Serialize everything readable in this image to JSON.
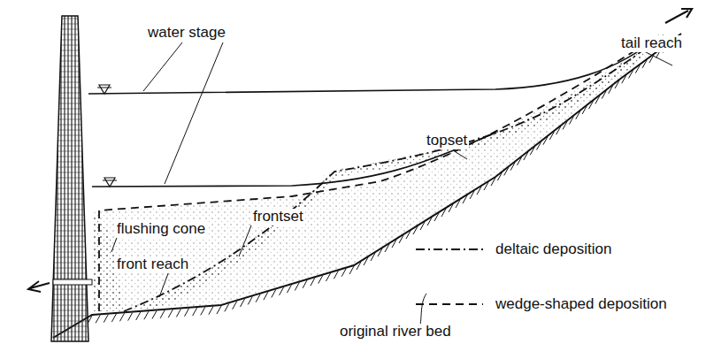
{
  "diagram": {
    "labels": [
      "water stage",
      "tail reach",
      "topset",
      "flushing cone",
      "frontset",
      "front reach",
      "original river bed"
    ],
    "legend": [
      {
        "text": "deltaic deposition"
      },
      {
        "text": "wedge-shaped deposition"
      }
    ]
  }
}
